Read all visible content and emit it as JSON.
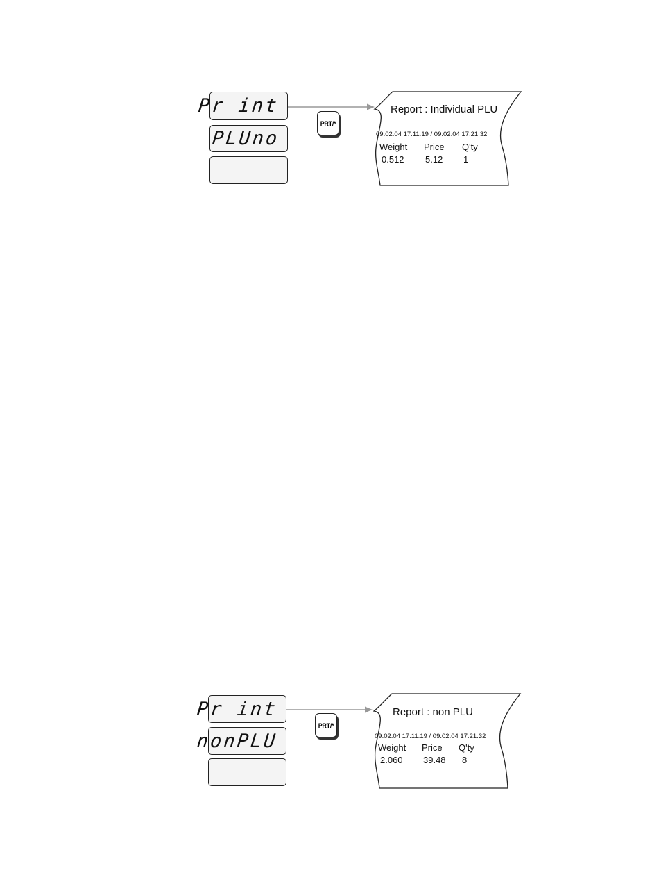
{
  "groups": [
    {
      "displays": [
        "Pr int",
        "PLUno",
        ""
      ],
      "key_label": "PRT/*",
      "receipt": {
        "title": "Report : Individual PLU",
        "period": "09.02.04 17:11:19 / 09.02.04 17:21:32",
        "headers": [
          "Weight",
          "Price",
          "Q'ty"
        ],
        "values": [
          "0.512",
          "5.12",
          "1"
        ]
      }
    },
    {
      "displays": [
        "Pr int",
        "nonPLU",
        ""
      ],
      "key_label": "PRT/*",
      "receipt": {
        "title": "Report : non PLU",
        "period": "09.02.04 17:11:19 / 09.02.04 17:21:32",
        "headers": [
          "Weight",
          "Price",
          "Q'ty"
        ],
        "values": [
          "2.060",
          "39.48",
          "8"
        ]
      }
    }
  ]
}
